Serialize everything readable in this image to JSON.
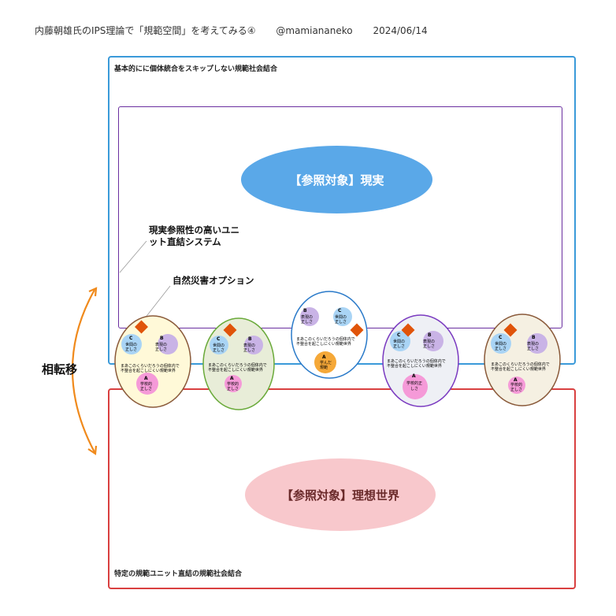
{
  "header": {
    "title": "内藤朝雄氏のIPS理論で「規範空間」を考えてみる④",
    "author": "@mamiananeko",
    "date": "2024/06/14"
  },
  "outer_box": {
    "label": "基本的にに個体統合をスキップしない規範社会結合"
  },
  "inner_box": {
    "ellipse_label": "【参照対象】現実"
  },
  "lower_box": {
    "label": "特定の規範ユニット直結の規範社会結合",
    "ellipse_label": "【参照対象】理想世界"
  },
  "callouts": {
    "system_line1": "現実参照性の高いユニ",
    "system_line2": "ット直結システム",
    "disaster": "自然災害オプション"
  },
  "side_label": "相転移",
  "unit": {
    "c_letter": "C",
    "c_text1": "世間の",
    "c_text2": "正しさ",
    "b_letter": "B",
    "b_text1": "表現の",
    "b_text2": "正しさ",
    "a_letter": "A",
    "a_text1": "学校的",
    "a_text2": "正しさ",
    "a_alt1": "学んだ",
    "a_alt2": "規範",
    "a_alt3": "学校的正",
    "a_alt4": "しさ",
    "mid1": "まあこのくらいだろうの個体内で",
    "mid2": "不整合を起こしにくい規範世界"
  },
  "colors": {
    "blue_box": "#3a9ad9",
    "purple_box": "#6a2fa0",
    "red_box": "#d94040",
    "reality_fill": "#5aa8e8",
    "ideal_fill": "#f8c8cc",
    "diamond": "#e0540a",
    "arrow": "#f08a1c"
  }
}
